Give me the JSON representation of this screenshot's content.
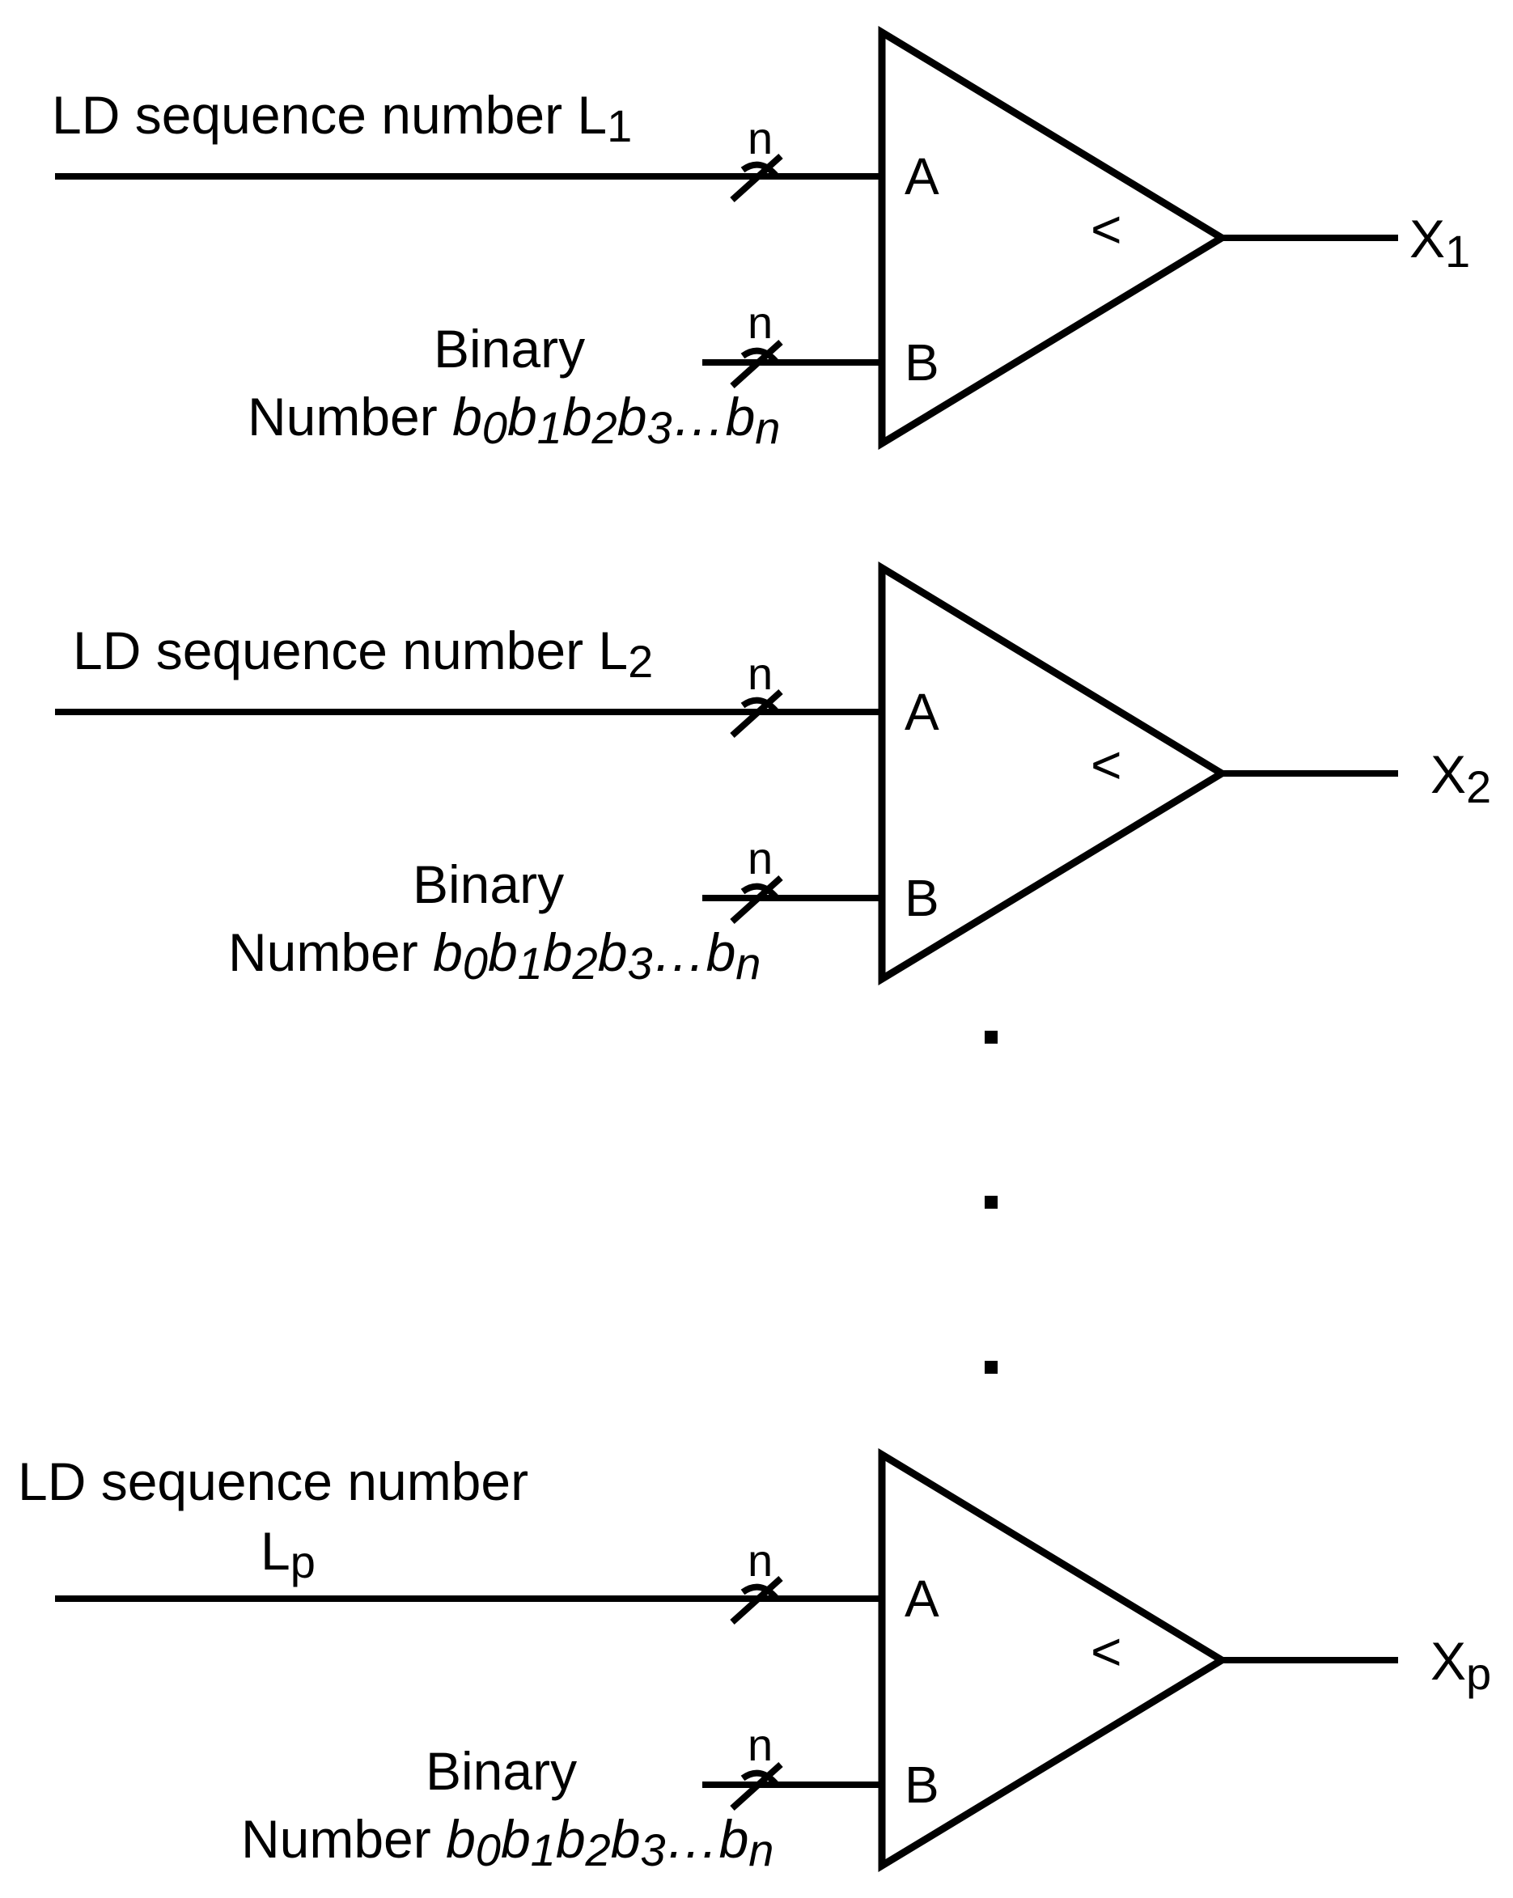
{
  "comparators": [
    {
      "input_a_label": "LD sequence number L",
      "input_a_sub": "1",
      "input_b_line1": "Binary",
      "input_b_prefix": "Number ",
      "input_b_bits": [
        "b",
        "0",
        "b",
        "1",
        "b",
        "2",
        "b",
        "3",
        "…b",
        "n"
      ],
      "bus_width_a": "n",
      "bus_width_b": "n",
      "pin_a": "A",
      "pin_b": "B",
      "operator": "<",
      "output": "X",
      "output_sub": "1"
    },
    {
      "input_a_label": "LD sequence number L",
      "input_a_sub": "2",
      "input_b_line1": "Binary",
      "input_b_prefix": "Number ",
      "input_b_bits": [
        "b",
        "0",
        "b",
        "1",
        "b",
        "2",
        "b",
        "3",
        "…b",
        "n"
      ],
      "bus_width_a": "n",
      "bus_width_b": "n",
      "pin_a": "A",
      "pin_b": "B",
      "operator": "<",
      "output": "X",
      "output_sub": "2"
    },
    {
      "input_a_label": "LD sequence number",
      "input_a_line2": "L",
      "input_a_sub": "p",
      "input_b_line1": "Binary",
      "input_b_prefix": "Number ",
      "input_b_bits": [
        "b",
        "0",
        "b",
        "1",
        "b",
        "2",
        "b",
        "3",
        "…b",
        "n"
      ],
      "bus_width_a": "n",
      "bus_width_b": "n",
      "pin_a": "A",
      "pin_b": "B",
      "operator": "<",
      "output": "X",
      "output_sub": "p"
    }
  ],
  "ellipsis": "⋮",
  "colors": {
    "line": "#000000",
    "background": "#ffffff"
  }
}
